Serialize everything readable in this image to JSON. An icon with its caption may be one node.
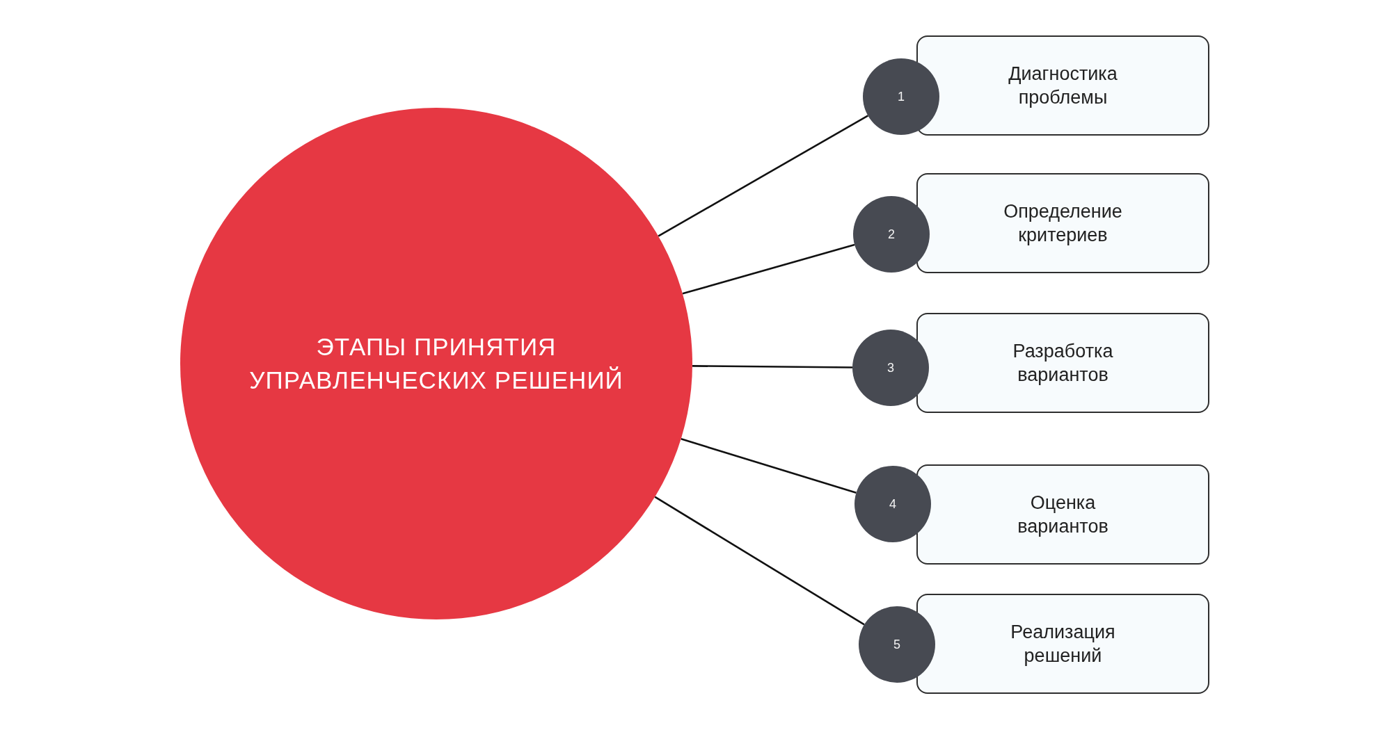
{
  "diagram": {
    "nodes": [
      {
        "text": [
          "ЭТАПЫ ПРИНЯТИЯ УПРАВЛЕНЧЕСКИХ РЕШЕНИЙ"
        ]
      },
      {
        "text": [
          "1"
        ]
      },
      {
        "text": [
          "Диагностика проблемы"
        ]
      },
      {
        "text": [
          "2"
        ]
      },
      {
        "text": [
          "Определение критериев"
        ]
      },
      {
        "text": [
          "3"
        ]
      },
      {
        "text": [
          "Разработка вариантов"
        ]
      },
      {
        "text": [
          "4"
        ]
      },
      {
        "text": [
          "Оценка вариантов"
        ]
      },
      {
        "text": [
          "5"
        ]
      },
      {
        "text": [
          "Реализация решений"
        ]
      }
    ],
    "edges": [
      {
        "from": 0,
        "to": 1,
        "arrow": "none"
      },
      {
        "from": 0,
        "to": 3,
        "arrow": "none"
      },
      {
        "from": 0,
        "to": 5,
        "arrow": "none"
      },
      {
        "from": 0,
        "to": 7,
        "arrow": "none"
      },
      {
        "from": 0,
        "to": 9,
        "arrow": "none"
      }
    ]
  }
}
